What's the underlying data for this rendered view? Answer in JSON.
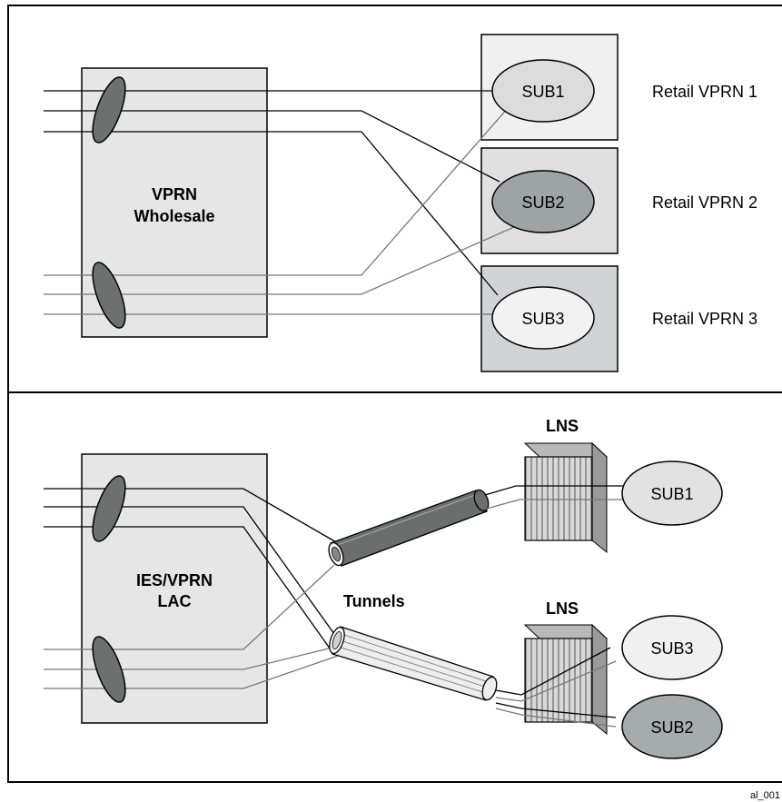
{
  "top": {
    "wholesale_label_1": "VPRN",
    "wholesale_label_2": "Wholesale",
    "subs": [
      {
        "name": "SUB1",
        "retail_label": "Retail VPRN 1"
      },
      {
        "name": "SUB2",
        "retail_label": "Retail VPRN 2"
      },
      {
        "name": "SUB3",
        "retail_label": "Retail VPRN 3"
      }
    ]
  },
  "bottom": {
    "lac_label_1": "IES/VPRN",
    "lac_label_2": "LAC",
    "tunnels_label": "Tunnels",
    "lns_label_1": "LNS",
    "lns_label_2": "LNS",
    "sub1": "SUB1",
    "sub3": "SUB3",
    "sub2": "SUB2"
  },
  "footer_code": "al_001"
}
